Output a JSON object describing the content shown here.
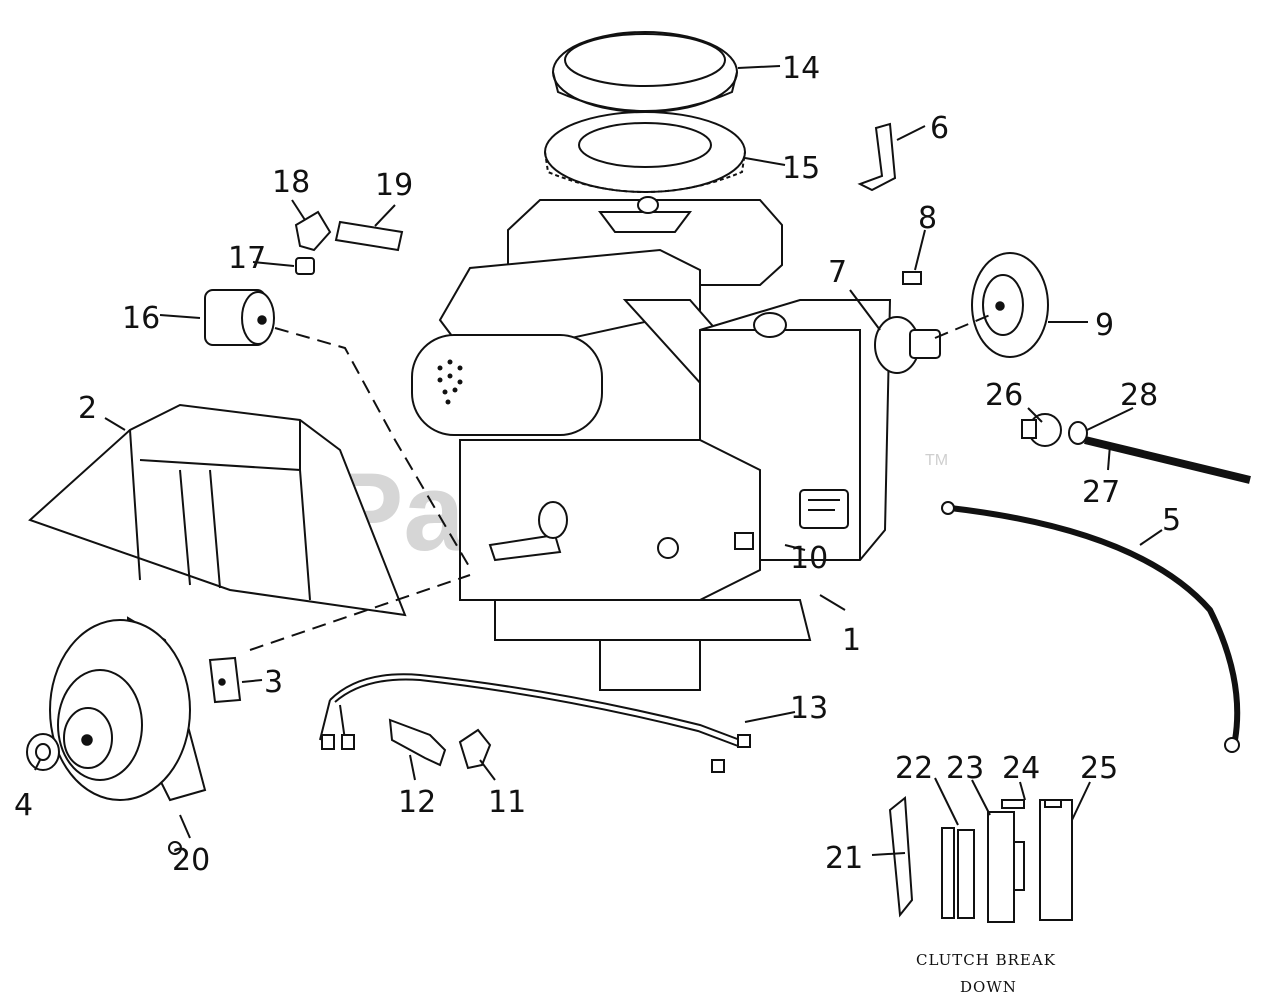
{
  "watermark": {
    "text": "PartsTree",
    "tm": "TM"
  },
  "callouts": [
    "1",
    "2",
    "3",
    "4",
    "5",
    "6",
    "7",
    "8",
    "9",
    "10",
    "11",
    "12",
    "13",
    "14",
    "15",
    "16",
    "17",
    "18",
    "19",
    "20",
    "21",
    "22",
    "23",
    "24",
    "25",
    "26",
    "27",
    "28"
  ],
  "caption": {
    "line1": "CLUTCH BREAK",
    "line2": "DOWN"
  }
}
